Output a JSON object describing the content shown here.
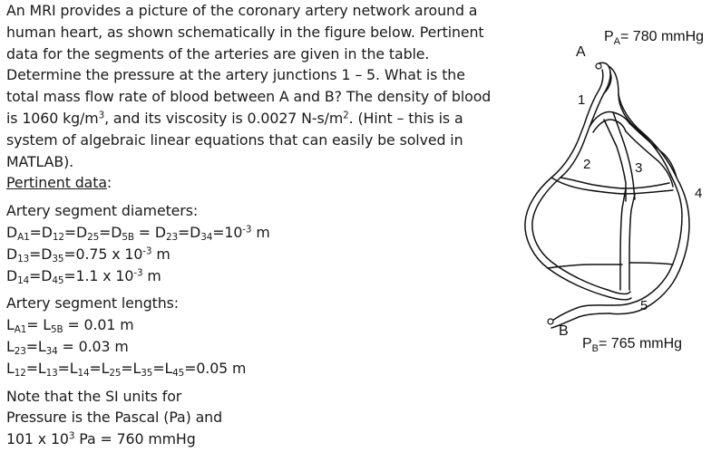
{
  "problem": {
    "intro_lines": [
      "An MRI provides a picture of the coronary artery network around a",
      "human heart, as shown schematically in the figure below.  Pertinent",
      "data for the segments of the arteries are given in the table.",
      "Determine the pressure at the artery junctions 1 – 5.  What is the",
      "total mass flow rate of blood between A and B? The density of blood",
      "is 1060 kg/m",
      "3",
      ", and its viscosity is 0.0027 N-s/m",
      "2",
      ". (Hint – this is a",
      "system of algebraic linear equations that can easily be solved in",
      "MATLAB)."
    ],
    "pertinent_label": "Pertinent data",
    "pertinent_colon": ":"
  },
  "diameters": {
    "heading": "Artery segment diameters:",
    "line1": {
      "parts": [
        "D",
        "A1",
        "=D",
        "12",
        "=D",
        "25",
        "=D",
        "5B",
        " = D",
        "23",
        "=D",
        "34",
        "=10",
        "-3",
        " m"
      ]
    },
    "line2": {
      "parts": [
        "D",
        "13",
        "=D",
        "35",
        "=0.75 x 10",
        "-3",
        " m"
      ]
    },
    "line3": {
      "parts": [
        "D",
        "14",
        "=D",
        "45",
        "=1.1 x 10",
        "-3",
        " m"
      ]
    }
  },
  "lengths": {
    "heading": "Artery segment lengths:",
    "line1": {
      "parts": [
        "L",
        "A1",
        "= L",
        "5B",
        " = 0.01 m"
      ]
    },
    "line2": {
      "parts": [
        "L",
        "23",
        "=L",
        "34",
        " = 0.03 m"
      ]
    },
    "line3": {
      "parts": [
        "L",
        "12",
        "=L",
        "13",
        "=L",
        "14",
        "=L",
        "25",
        "=L",
        "35",
        "=L",
        "45",
        "=0.05 m"
      ]
    }
  },
  "note": {
    "line1": "Note that the SI units for",
    "line2": "Pressure is the Pascal (Pa) and",
    "line3_parts": [
      "101 x 10",
      "3",
      " Pa = 760 mmHg"
    ]
  },
  "figure": {
    "pa_label": "P",
    "pa_sub": "A",
    "pa_value": "= 780 mmHg",
    "pb_label": "P",
    "pb_sub": "B",
    "pb_value": "= 765 mmHg",
    "node_a": "A",
    "node_b": "B",
    "junctions": [
      "1",
      "2",
      "3",
      "4",
      "5"
    ]
  }
}
